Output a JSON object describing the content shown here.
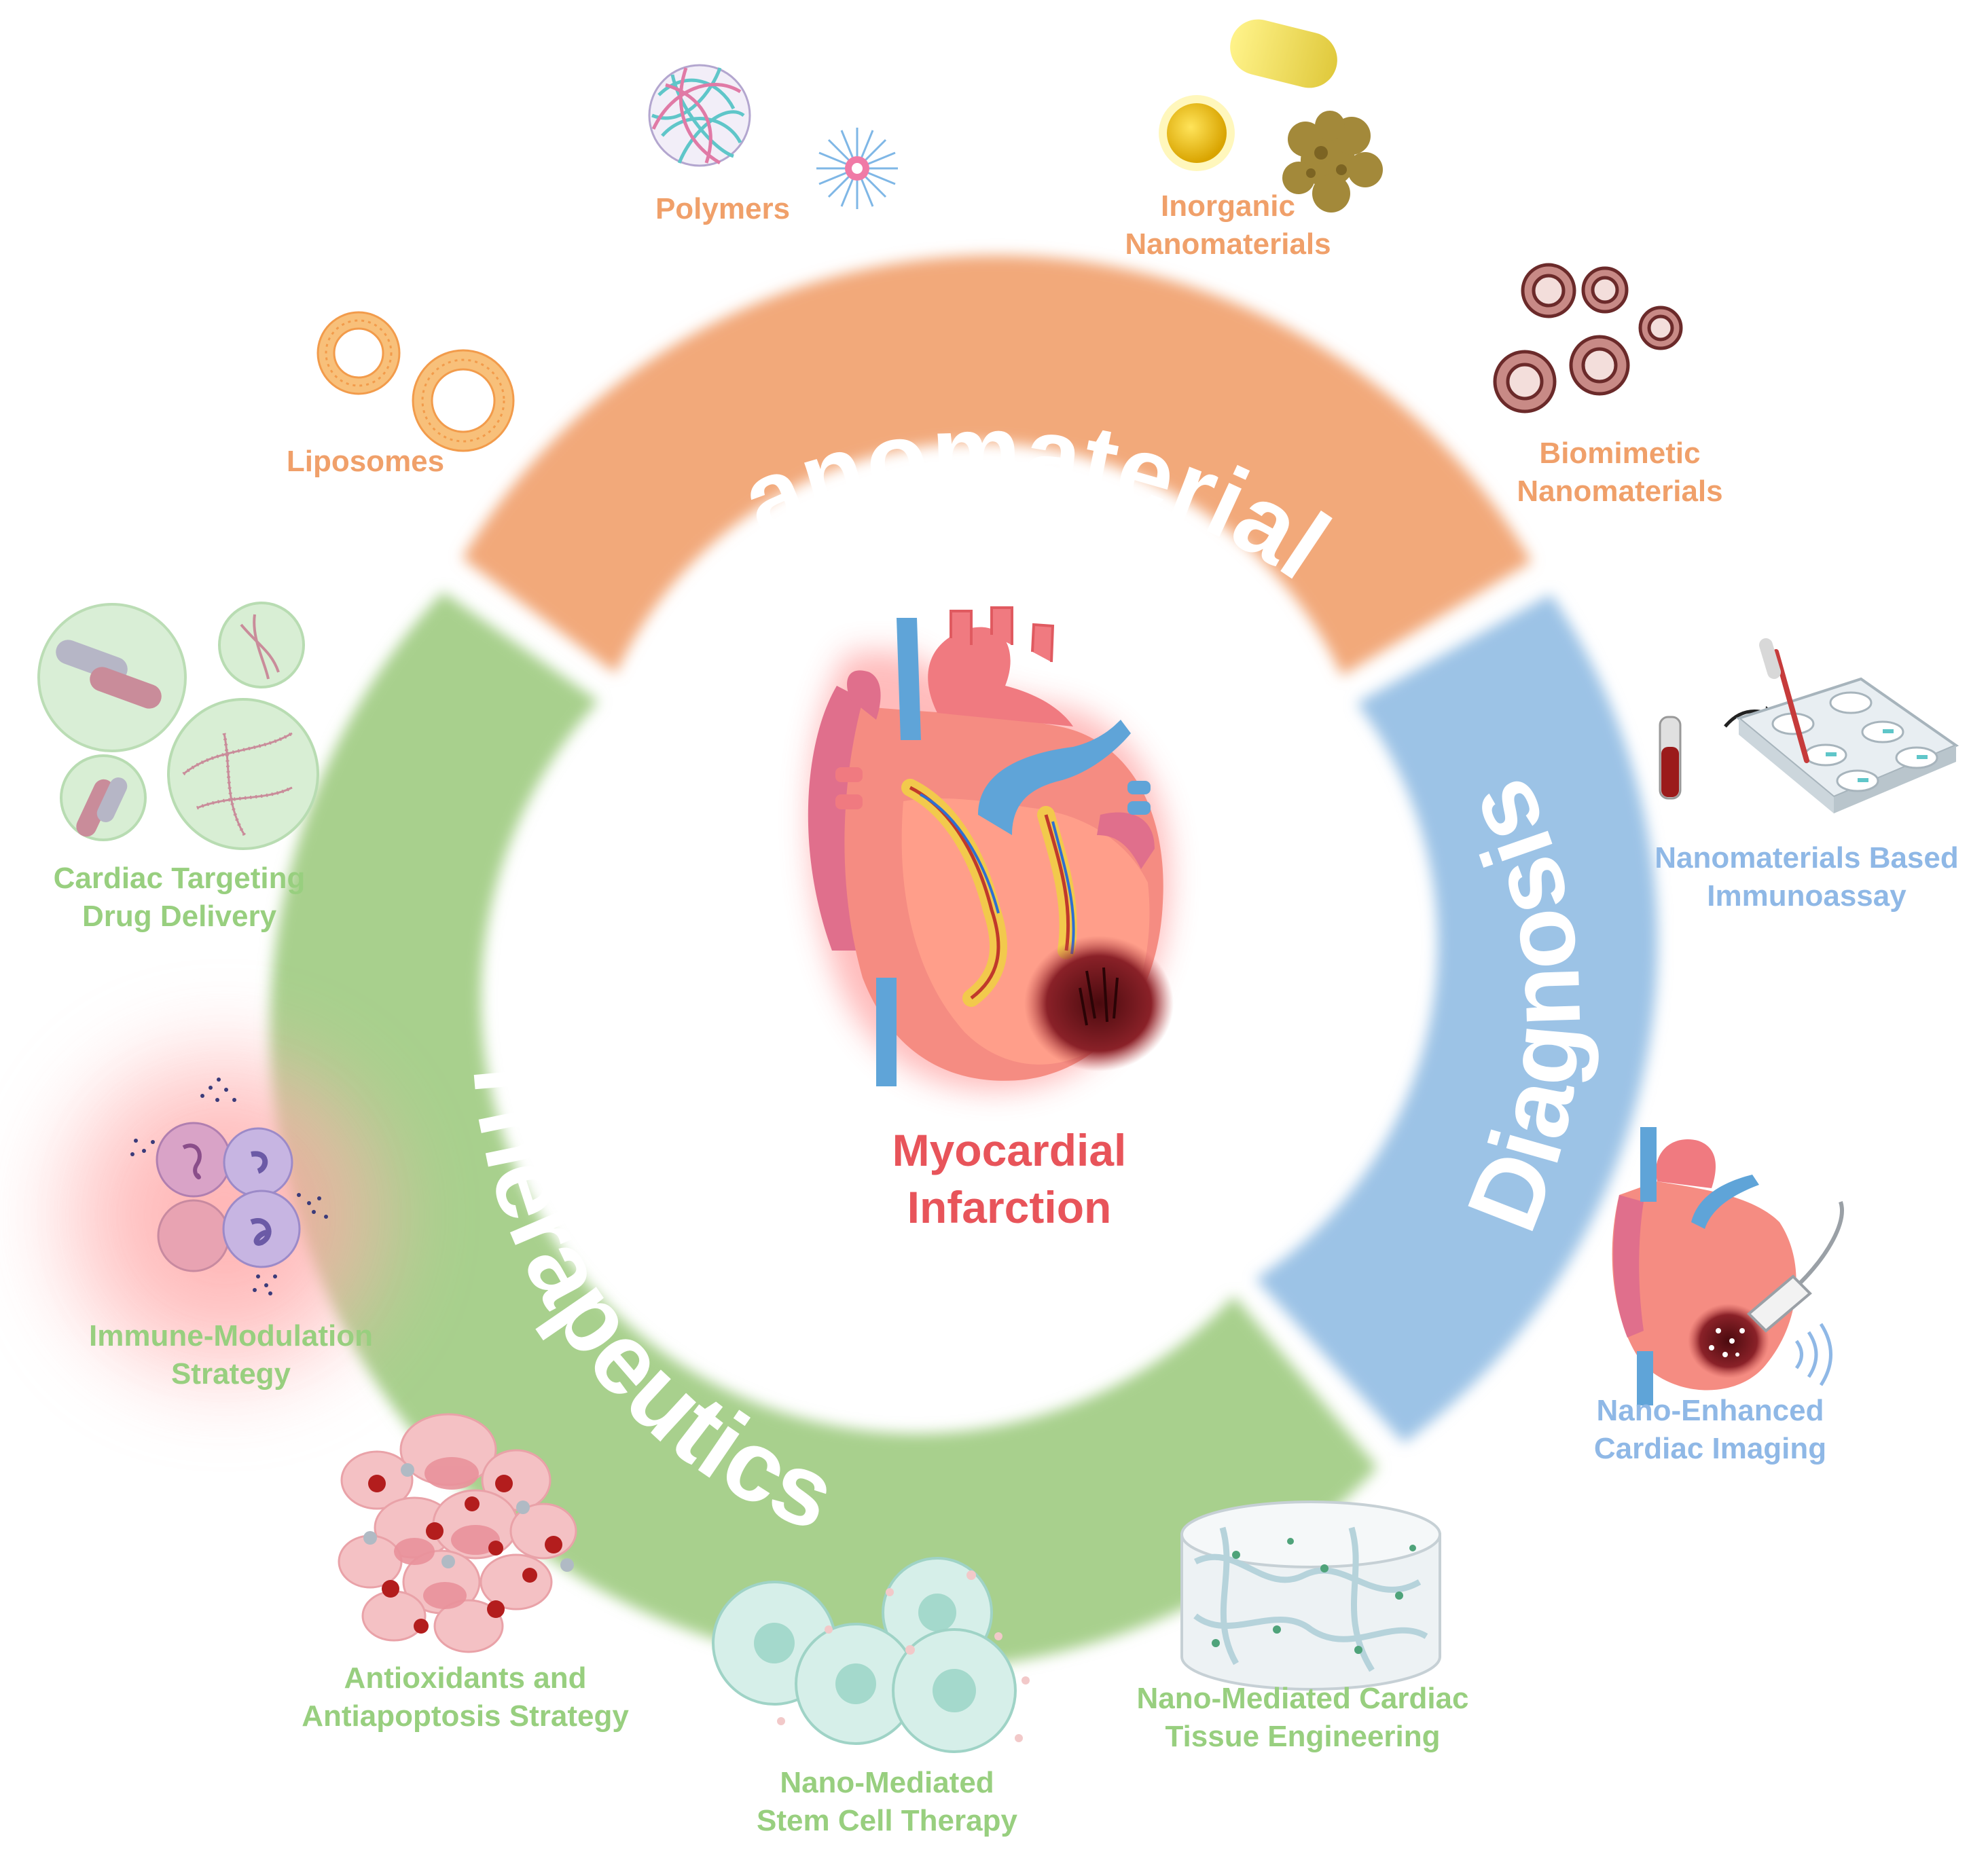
{
  "center": {
    "title_line1": "Myocardial",
    "title_line2": "Infarction",
    "color": "#e8545a"
  },
  "ring": {
    "nanomaterials": {
      "label": "Nanomaterials",
      "color": "#f2a97a"
    },
    "diagnosis": {
      "label": "Diagnosis",
      "color": "#9cc3e6"
    },
    "therapeutics": {
      "label": "Therapeutics",
      "color": "#a8d08d"
    }
  },
  "nanomaterials_items": {
    "color": "#f0a06a",
    "liposomes": {
      "line1": "Liposomes",
      "icon": "liposomes-icon"
    },
    "polymers": {
      "line1": "Polymers",
      "icon": "polymer-nanoparticles-icon"
    },
    "inorganic": {
      "line1": "Inorganic",
      "line2": "Nanomaterials",
      "icon": "inorganic-nanoparticles-icon"
    },
    "biomimetic": {
      "line1": "Biomimetic",
      "line2": "Nanomaterials",
      "icon": "biomimetic-vesicles-icon"
    }
  },
  "diagnosis_items": {
    "color": "#8fb8e6",
    "immunoassay": {
      "line1": "Nanomaterials Based",
      "line2": "Immunoassay",
      "icon": "immunoassay-plate-icon"
    },
    "imaging": {
      "line1": "Nano-Enhanced",
      "line2": "Cardiac Imaging",
      "icon": "ultrasound-heart-icon"
    }
  },
  "therapeutics_items": {
    "color": "#98cf7f",
    "drug_delivery": {
      "line1": "Cardiac Targeting",
      "line2": "Drug Delivery",
      "icon": "drug-capsules-icon"
    },
    "immune": {
      "line1": "Immune-Modulation",
      "line2": "Strategy",
      "icon": "immune-cells-icon"
    },
    "antioxidants": {
      "line1": "Antioxidants and",
      "line2": "Antiapoptosis Strategy",
      "icon": "antioxidant-cells-icon"
    },
    "stem_cell": {
      "line1": "Nano-Mediated",
      "line2": "Stem Cell Therapy",
      "icon": "stem-cells-icon"
    },
    "tissue_engineering": {
      "line1": "Nano-Mediated Cardiac",
      "line2": "Tissue Engineering",
      "icon": "scaffold-hydrogel-icon"
    }
  }
}
